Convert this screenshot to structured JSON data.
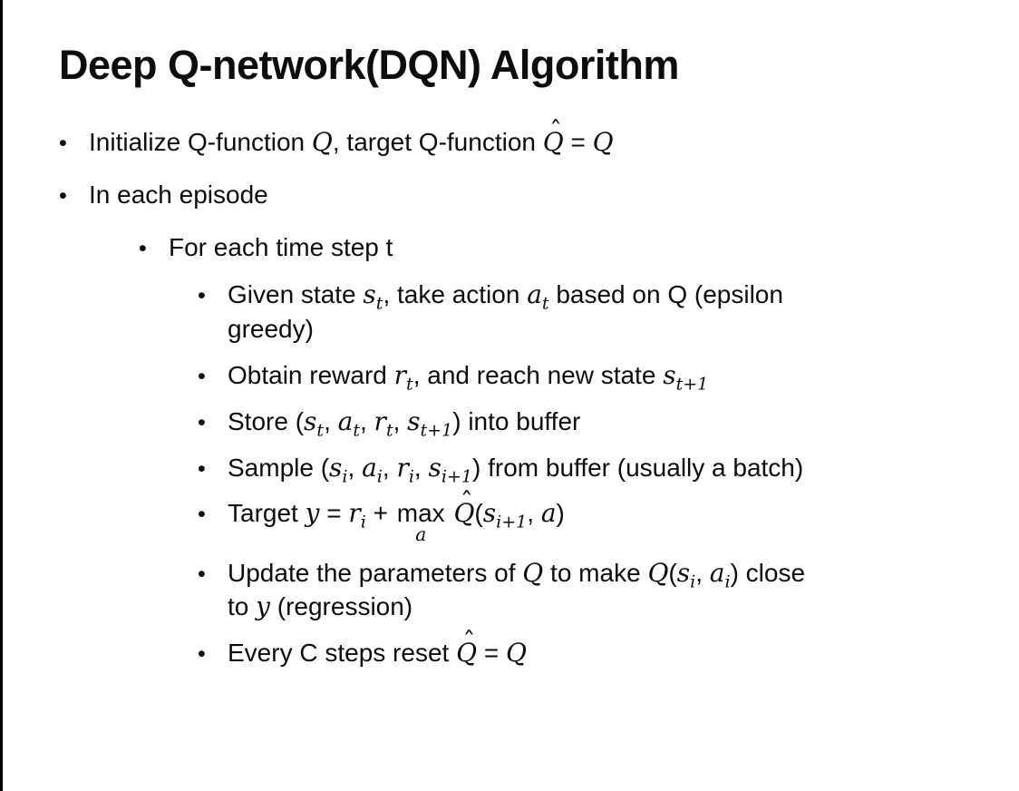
{
  "slide": {
    "title": "Deep Q-network(DQN) Algorithm",
    "background_color": "#ffffff",
    "text_color": "#0d0d0d",
    "border_color": "#000000"
  },
  "glyphs": {
    "bullet": "•",
    "hat": "ˆ"
  },
  "bullets": [
    {
      "level": 1,
      "segments": [
        {
          "type": "text",
          "text": "Initialize Q-function "
        },
        {
          "type": "math",
          "text": "Q"
        },
        {
          "type": "text",
          "text": ", target Q-function "
        },
        {
          "type": "mathhat",
          "base": "Q"
        },
        {
          "type": "text",
          "text": " = "
        },
        {
          "type": "math",
          "text": "Q"
        }
      ]
    },
    {
      "level": 1,
      "segments": [
        {
          "type": "text",
          "text": "In each episode"
        }
      ]
    },
    {
      "level": 2,
      "segments": [
        {
          "type": "text",
          "text": "For each time step t"
        }
      ]
    },
    {
      "level": 3,
      "segments": [
        {
          "type": "text",
          "text": "Given state "
        },
        {
          "type": "mathsub",
          "base": "s",
          "sub": "t"
        },
        {
          "type": "text",
          "text": ", take action "
        },
        {
          "type": "mathsub",
          "base": "a",
          "sub": "t"
        },
        {
          "type": "text",
          "text": " based on Q (epsilon"
        },
        {
          "type": "br"
        },
        {
          "type": "text",
          "text": "greedy)"
        }
      ]
    },
    {
      "level": 3,
      "segments": [
        {
          "type": "text",
          "text": "Obtain reward "
        },
        {
          "type": "mathsub",
          "base": "r",
          "sub": "t"
        },
        {
          "type": "text",
          "text": ", and reach new state "
        },
        {
          "type": "mathsub",
          "base": "s",
          "sub": "t+1"
        }
      ]
    },
    {
      "level": 3,
      "segments": [
        {
          "type": "text",
          "text": "Store ("
        },
        {
          "type": "mathsub",
          "base": "s",
          "sub": "t"
        },
        {
          "type": "text",
          "text": ", "
        },
        {
          "type": "mathsub",
          "base": "a",
          "sub": "t"
        },
        {
          "type": "text",
          "text": ", "
        },
        {
          "type": "mathsub",
          "base": "r",
          "sub": "t"
        },
        {
          "type": "text",
          "text": ", "
        },
        {
          "type": "mathsub",
          "base": "s",
          "sub": "t+1"
        },
        {
          "type": "text",
          "text": ") into buffer"
        }
      ]
    },
    {
      "level": 3,
      "segments": [
        {
          "type": "text",
          "text": "Sample ("
        },
        {
          "type": "mathsub",
          "base": "s",
          "sub": "i"
        },
        {
          "type": "text",
          "text": ", "
        },
        {
          "type": "mathsub",
          "base": "a",
          "sub": "i"
        },
        {
          "type": "text",
          "text": ", "
        },
        {
          "type": "mathsub",
          "base": "r",
          "sub": "i"
        },
        {
          "type": "text",
          "text": ", "
        },
        {
          "type": "mathsub",
          "base": "s",
          "sub": "i+1"
        },
        {
          "type": "text",
          "text": ") from buffer (usually a batch)"
        }
      ]
    },
    {
      "level": 3,
      "segments": [
        {
          "type": "text",
          "text": "Target "
        },
        {
          "type": "math",
          "text": "y"
        },
        {
          "type": "text",
          "text": " = "
        },
        {
          "type": "mathsub",
          "base": "r",
          "sub": "i"
        },
        {
          "type": "text",
          "text": " + "
        },
        {
          "type": "munder",
          "base": "max",
          "under": "a"
        },
        {
          "type": "text",
          "text": " "
        },
        {
          "type": "mathhat",
          "base": "Q"
        },
        {
          "type": "text",
          "text": "("
        },
        {
          "type": "mathsub",
          "base": "s",
          "sub": "i+1"
        },
        {
          "type": "text",
          "text": ", "
        },
        {
          "type": "math",
          "text": "a"
        },
        {
          "type": "text",
          "text": ")"
        }
      ]
    },
    {
      "level": 3,
      "segments": [
        {
          "type": "text",
          "text": "Update the parameters of "
        },
        {
          "type": "math",
          "text": "Q"
        },
        {
          "type": "text",
          "text": " to make "
        },
        {
          "type": "math",
          "text": "Q"
        },
        {
          "type": "text",
          "text": "("
        },
        {
          "type": "mathsub",
          "base": "s",
          "sub": "i"
        },
        {
          "type": "text",
          "text": ", "
        },
        {
          "type": "mathsub",
          "base": "a",
          "sub": "i"
        },
        {
          "type": "text",
          "text": ") close"
        },
        {
          "type": "br"
        },
        {
          "type": "text",
          "text": "to "
        },
        {
          "type": "math",
          "text": "y"
        },
        {
          "type": "text",
          "text": " (regression)"
        }
      ]
    },
    {
      "level": 3,
      "segments": [
        {
          "type": "text",
          "text": "Every C steps reset "
        },
        {
          "type": "mathhat",
          "base": "Q"
        },
        {
          "type": "text",
          "text": " = "
        },
        {
          "type": "math",
          "text": "Q"
        }
      ]
    }
  ]
}
